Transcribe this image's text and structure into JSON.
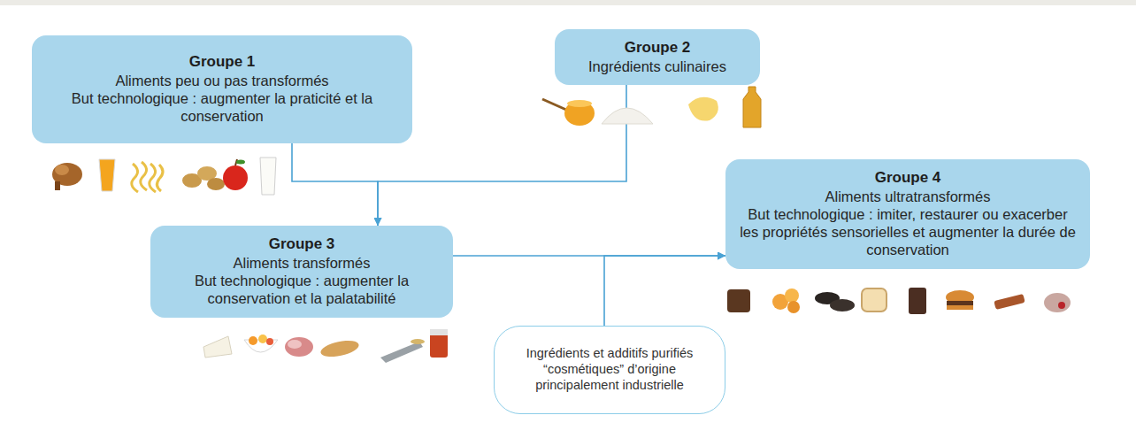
{
  "diagram": {
    "nodes": [
      {
        "text": [
          "Groupe 1",
          "Aliments peu ou pas transformés",
          "But technologique : augmenter la praticité et la conservation"
        ]
      },
      {
        "text": [
          "Groupe 2",
          "Ingrédients culinaires"
        ]
      },
      {
        "text": [
          "Groupe 3",
          "Aliments transformés",
          "But technologique : augmenter la conservation et la palatabilité"
        ]
      },
      {
        "text": [
          "Groupe 4",
          "Aliments ultratransformés",
          "But technologique : imiter, restaurer ou exacerber les propriétés sensorielles et augmenter la durée de conservation"
        ]
      },
      {
        "text": [
          "Ingrédients et additifs purifiés “cosmétiques” d’origine principalement industrielle"
        ]
      }
    ],
    "edges": [
      {
        "from": 0,
        "to": 2,
        "arrow": "to"
      },
      {
        "from": 1,
        "to": 2,
        "arrow": "to"
      },
      {
        "from": 2,
        "to": 3,
        "arrow": "to"
      },
      {
        "from": 4,
        "to": 3,
        "arrow": "to"
      }
    ]
  }
}
